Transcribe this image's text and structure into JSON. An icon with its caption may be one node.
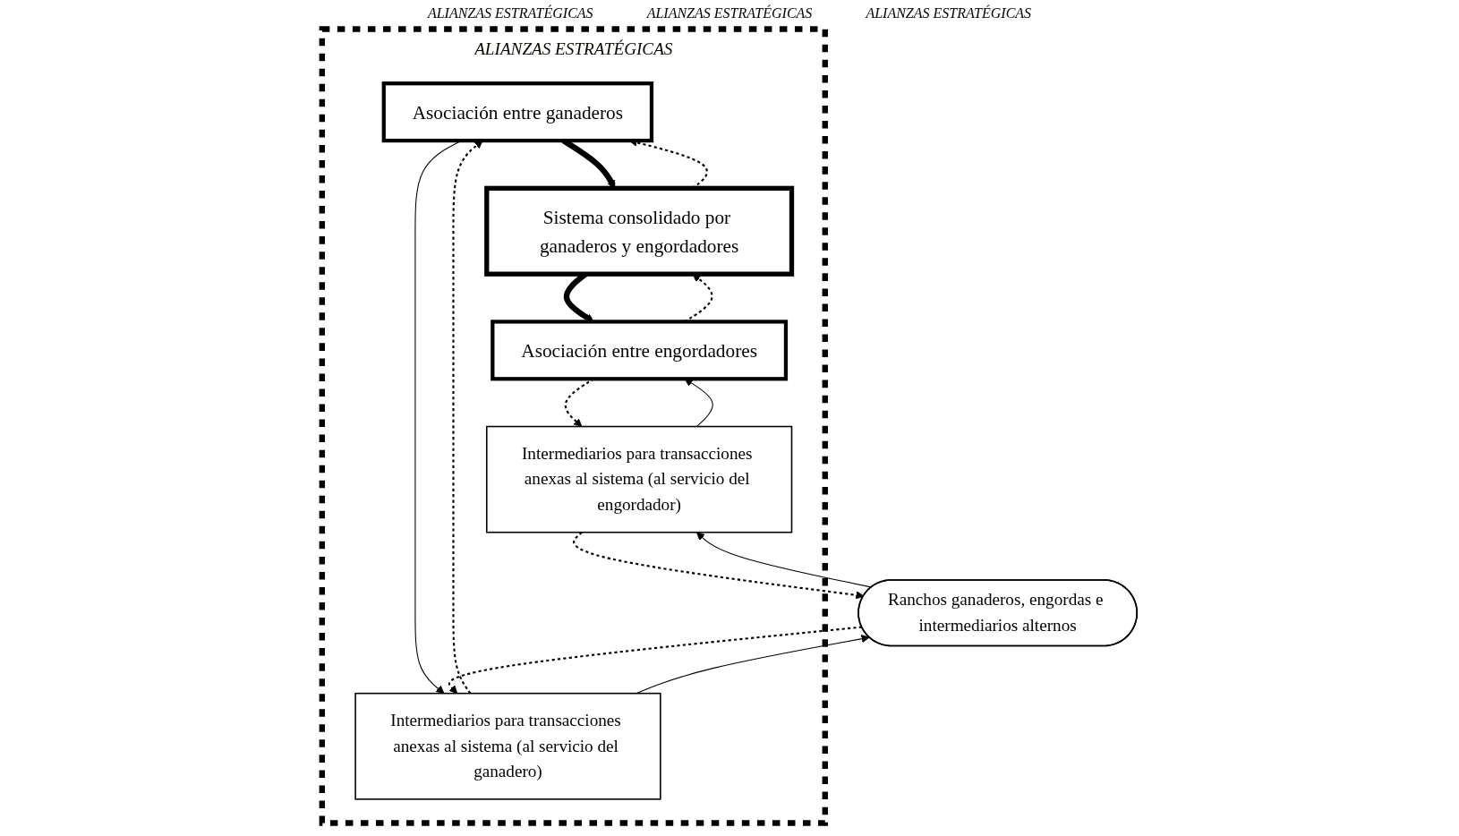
{
  "diagram": {
    "nodes": [
      {
        "text": [
          "ALIANZAS ESTRATÉGICAS"
        ]
      },
      {
        "text": [
          "Asociación entre ganaderos"
        ],
        "in": 0
      },
      {
        "text": [
          "Sistema consolidado por ganaderos y engordadores"
        ],
        "in": 0
      },
      {
        "text": [
          "Asociación entre engordadores"
        ],
        "in": 0
      },
      {
        "text": [
          "Intermediarios para transacciones anexas al sistema (al servicio del ganadero)"
        ],
        "in": 0
      },
      {
        "text": [
          "Intermediarios para transacciones anexas al sistema (al servicio del engordador)"
        ],
        "in": 0
      },
      {
        "text": [
          "Ranchos ganaderos, engordas e intermediarios alternos"
        ]
      }
    ],
    "edges": [
      {
        "from": 2,
        "to": 1,
        "arrow": "to",
        "style": "dashed"
      },
      {
        "from": 3,
        "to": 2,
        "arrow": "to",
        "style": "dashed"
      },
      {
        "from": 1,
        "to": 2,
        "arrow": "to",
        "style": "thick"
      },
      {
        "from": 2,
        "to": 3,
        "arrow": "to",
        "style": "thick"
      },
      {
        "from": 1,
        "to": 4,
        "arrow": "to"
      },
      {
        "from": 4,
        "to": 1,
        "arrow": "to",
        "style": "dashed"
      },
      {
        "from": 5,
        "to": 3,
        "arrow": "to"
      },
      {
        "from": 3,
        "to": 5,
        "arrow": "to",
        "style": "dashed"
      },
      {
        "from": 4,
        "to": 6,
        "arrow": "to"
      },
      {
        "from": 6,
        "to": 4,
        "arrow": "to",
        "style": "dashed"
      },
      {
        "from": 6,
        "to": 5,
        "arrow": "to"
      },
      {
        "from": 5,
        "to": 6,
        "arrow": "to",
        "style": "dashed"
      }
    ],
    "labels": [
      "ALIANZAS ESTRATÉGICAS",
      "ALIANZAS ESTRATÉGICAS",
      "ALIANZAS ESTRATÉGICAS"
    ]
  }
}
